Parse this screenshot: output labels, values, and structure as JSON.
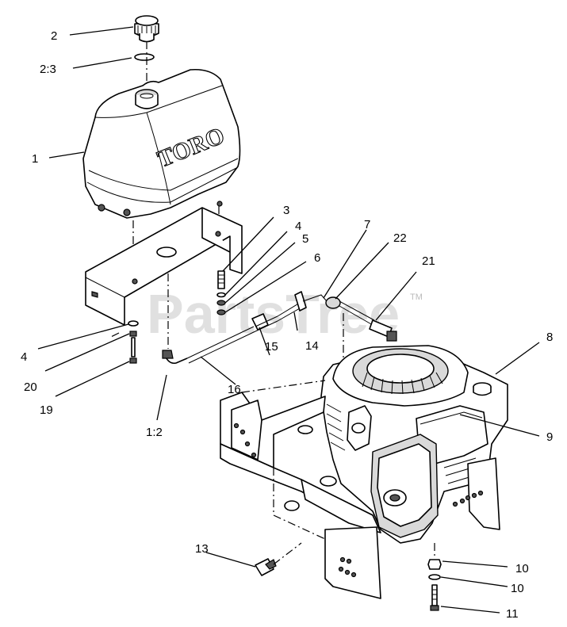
{
  "watermark": {
    "text": "PartsTree",
    "tm": "TM"
  },
  "tank_logo": "TORO",
  "callouts": [
    {
      "id": "c-2",
      "text": "2"
    },
    {
      "id": "c-2-3",
      "text": "2:3"
    },
    {
      "id": "c-1",
      "text": "1"
    },
    {
      "id": "c-3",
      "text": "3"
    },
    {
      "id": "c-4a",
      "text": "4"
    },
    {
      "id": "c-5",
      "text": "5"
    },
    {
      "id": "c-6",
      "text": "6"
    },
    {
      "id": "c-7",
      "text": "7"
    },
    {
      "id": "c-22",
      "text": "22"
    },
    {
      "id": "c-21",
      "text": "21"
    },
    {
      "id": "c-4b",
      "text": "4"
    },
    {
      "id": "c-20",
      "text": "20"
    },
    {
      "id": "c-19",
      "text": "19"
    },
    {
      "id": "c-14",
      "text": "14"
    },
    {
      "id": "c-15",
      "text": "15"
    },
    {
      "id": "c-16",
      "text": "16"
    },
    {
      "id": "c-1-2",
      "text": "1:2"
    },
    {
      "id": "c-8",
      "text": "8"
    },
    {
      "id": "c-9",
      "text": "9"
    },
    {
      "id": "c-13",
      "text": "13"
    },
    {
      "id": "c-10a",
      "text": "10"
    },
    {
      "id": "c-10b",
      "text": "10"
    },
    {
      "id": "c-11",
      "text": "11"
    }
  ]
}
